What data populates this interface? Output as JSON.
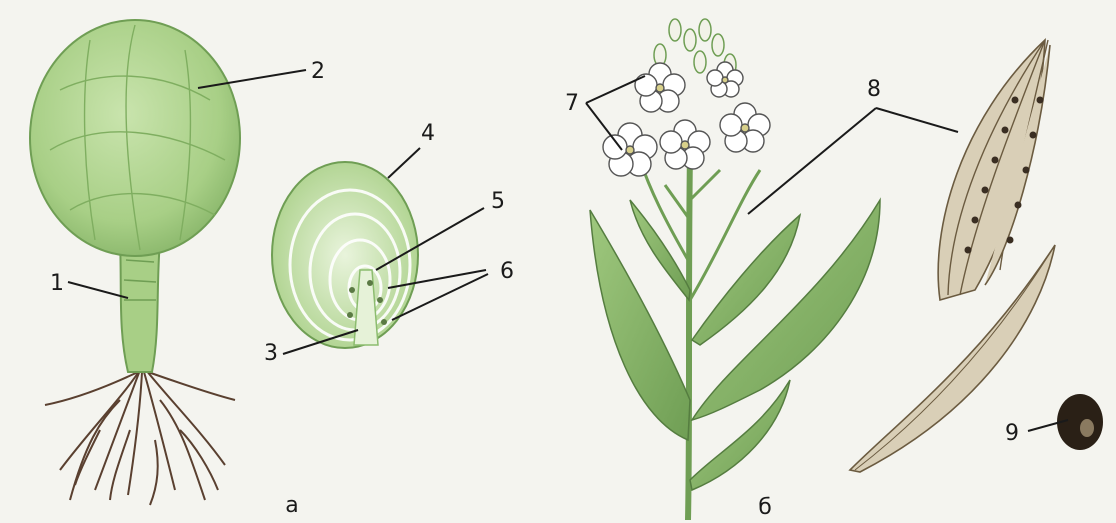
{
  "panels": {
    "a": {
      "caption": "а"
    },
    "b": {
      "caption": "б"
    }
  },
  "labels": [
    "1",
    "2",
    "3",
    "4",
    "5",
    "6",
    "7",
    "8",
    "9"
  ],
  "colors": {
    "leaf_green": "#a8cf86",
    "leaf_dark": "#6f9e54",
    "root_brown": "#5a4030",
    "pod_tan": "#d9cfb7",
    "seed_dark": "#2a2016",
    "background": "#f4f4ef"
  }
}
